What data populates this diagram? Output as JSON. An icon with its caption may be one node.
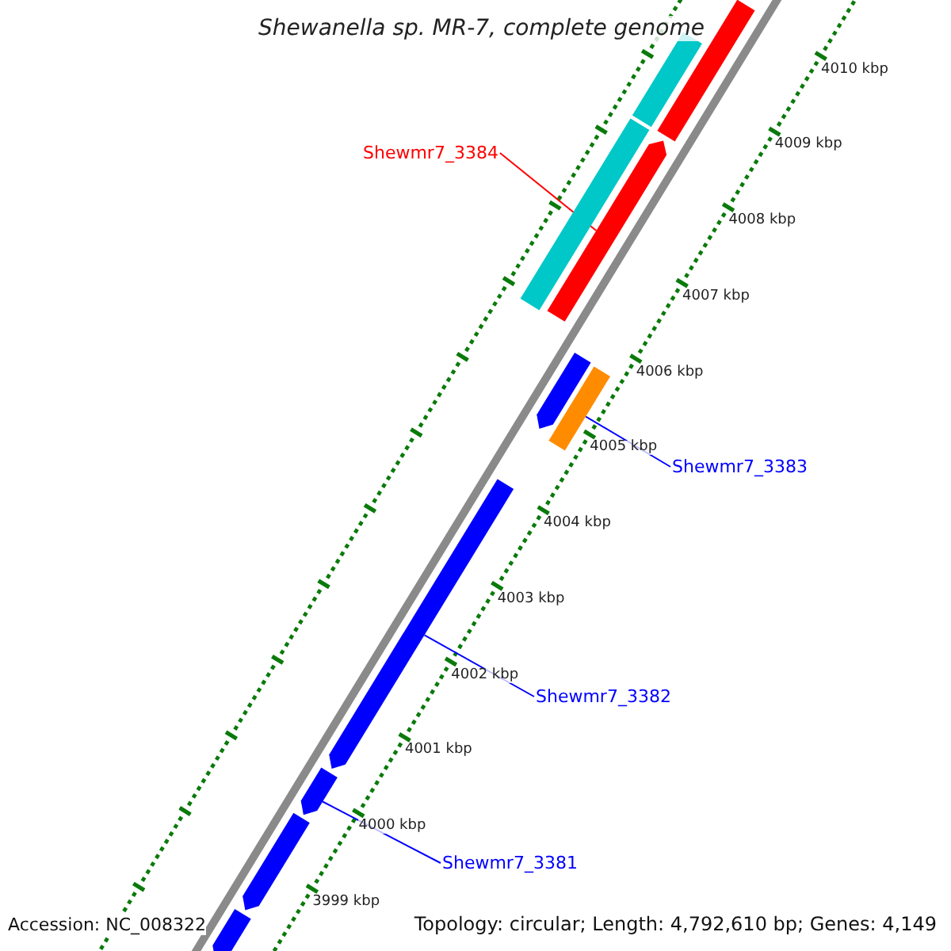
{
  "diagram": {
    "title": "Shewanella sp. MR-7, complete genome",
    "nodes": [
      {
        "text": [
          "Shewmr7_3384"
        ]
      },
      {
        "text": [],
        "shape": "bar"
      },
      {
        "text": [
          "Shewmr7_3383"
        ]
      },
      {
        "text": [],
        "shape": "bar"
      },
      {
        "text": [
          "Shewmr7_3382"
        ]
      },
      {
        "text": [],
        "shape": "bar"
      },
      {
        "text": [
          "Shewmr7_3381"
        ]
      },
      {
        "text": [],
        "shape": "bar"
      },
      {
        "text": [],
        "shape": "bar"
      },
      {
        "text": [],
        "shape": "bar"
      },
      {
        "text": [],
        "shape": "bar"
      },
      {
        "text": [],
        "shape": "bar"
      },
      {
        "text": [],
        "shape": "bar"
      },
      {
        "text": [],
        "shape": "bar"
      }
    ],
    "edges": [
      {
        "from": 0,
        "to": 1,
        "arrow": "none",
        "color": "#ff0000"
      },
      {
        "from": 2,
        "to": 3,
        "arrow": "none"
      },
      {
        "from": 4,
        "to": 5,
        "arrow": "none"
      },
      {
        "from": 6,
        "to": 7,
        "arrow": "none"
      }
    ],
    "labels": [
      "4010 kbp",
      "4009 kbp",
      "4008 kbp",
      "4007 kbp",
      "4006 kbp",
      "4005 kbp",
      "4004 kbp",
      "4003 kbp",
      "4002 kbp",
      "4001 kbp",
      "4000 kbp",
      "3999 kbp",
      "Accession: NC_008322",
      "Topology: circular; Length: 4,792,610 bp; Genes: 4,149"
    ]
  }
}
